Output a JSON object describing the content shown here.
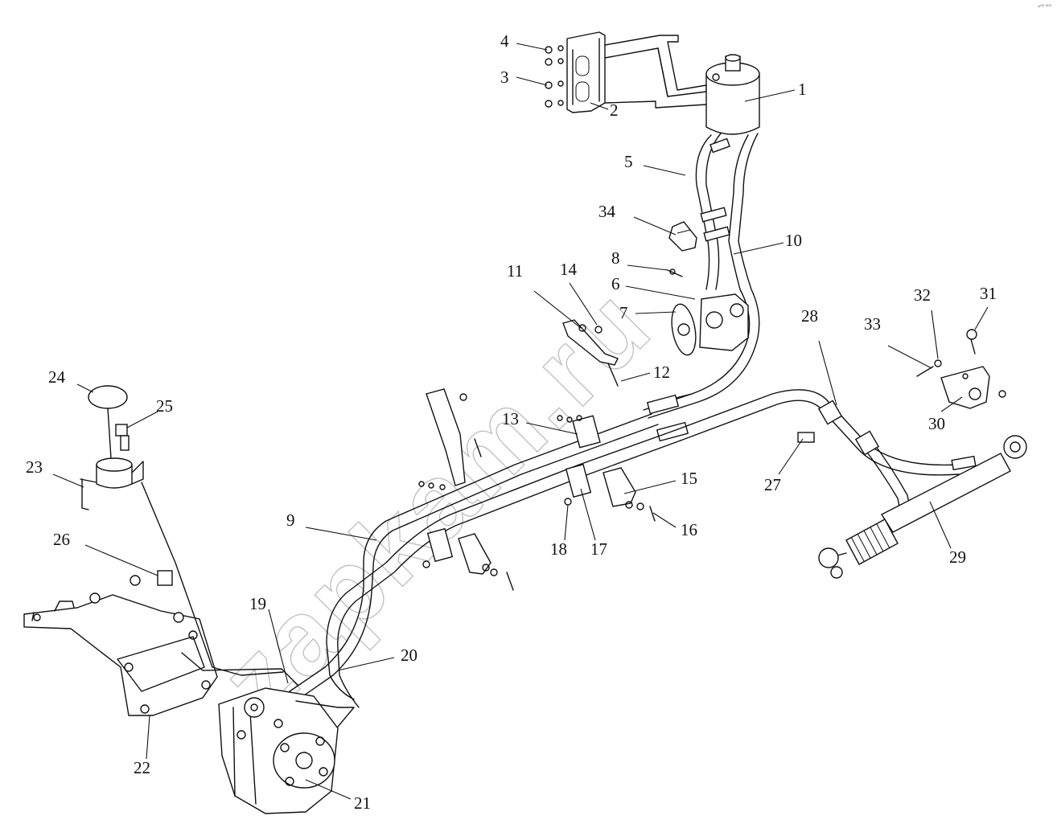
{
  "corner_mark": "≈⁰⁰ ⁰⁰⁰",
  "watermark": "zapkam.ru",
  "callouts": [
    {
      "id": "c1",
      "text": "1"
    },
    {
      "id": "c2",
      "text": "2"
    },
    {
      "id": "c3",
      "text": "3"
    },
    {
      "id": "c4",
      "text": "4"
    },
    {
      "id": "c5",
      "text": "5"
    },
    {
      "id": "c6",
      "text": "6"
    },
    {
      "id": "c7",
      "text": "7"
    },
    {
      "id": "c8",
      "text": "8"
    },
    {
      "id": "c9",
      "text": "9"
    },
    {
      "id": "c10",
      "text": "10"
    },
    {
      "id": "c11",
      "text": "11"
    },
    {
      "id": "c12",
      "text": "12"
    },
    {
      "id": "c13",
      "text": "13"
    },
    {
      "id": "c14",
      "text": "14"
    },
    {
      "id": "c15",
      "text": "15"
    },
    {
      "id": "c16",
      "text": "16"
    },
    {
      "id": "c17",
      "text": "17"
    },
    {
      "id": "c18",
      "text": "18"
    },
    {
      "id": "c19",
      "text": "19"
    },
    {
      "id": "c20",
      "text": "20"
    },
    {
      "id": "c21",
      "text": "21"
    },
    {
      "id": "c22",
      "text": "22"
    },
    {
      "id": "c23",
      "text": "23"
    },
    {
      "id": "c24",
      "text": "24"
    },
    {
      "id": "c25",
      "text": "25"
    },
    {
      "id": "c26",
      "text": "26"
    },
    {
      "id": "c27",
      "text": "27"
    },
    {
      "id": "c28",
      "text": "28"
    },
    {
      "id": "c29",
      "text": "29"
    },
    {
      "id": "c30",
      "text": "30"
    },
    {
      "id": "c31",
      "text": "31"
    },
    {
      "id": "c32",
      "text": "32"
    },
    {
      "id": "c33",
      "text": "33"
    },
    {
      "id": "c34",
      "text": "34"
    }
  ]
}
